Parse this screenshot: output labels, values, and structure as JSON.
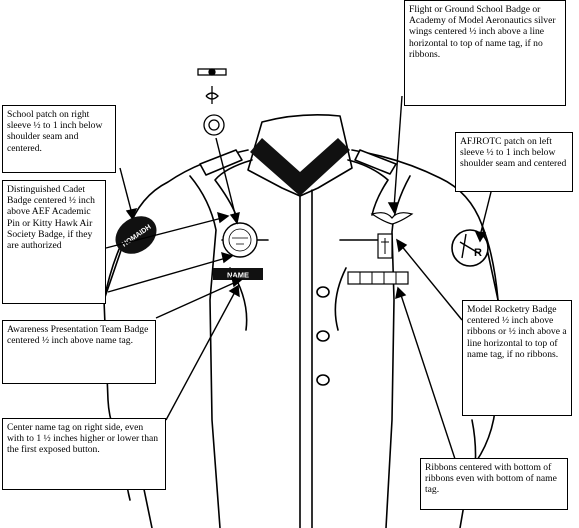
{
  "callouts": {
    "flight_badge": "Flight or Ground School Badge or Academy of Model Aeronautics silver wings centered ½ inch above a line horizontal to top of name tag, if no ribbons.",
    "school_patch": "School patch on right sleeve ½ to 1 inch below shoulder seam and centered.",
    "afjrotc_patch": "AFJROTC patch on left sleeve ½ to 1 inch below shoulder seam and centered",
    "distinguished_cadet": "Distinguished Cadet Badge centered ½ inch above AEF Academic Pin or Kitty Hawk Air Society Badge, if they are authorized",
    "awareness_team": "Awareness Presentation Team Badge centered ½ inch above name tag.",
    "model_rocketry": "Model Rocketry Badge centered ½ inch above ribbons or ½ inch above a line horizontal to top of name tag, if no ribbons.",
    "name_tag_placement": "Center name tag on right side, even with to 1 ½ inches higher or lower than the first exposed button.",
    "ribbons": "Ribbons centered with bottom of ribbons even with bottom of name tag."
  },
  "shirt_labels": {
    "name_tag": "NAME",
    "school_patch": "HOMAIDH"
  }
}
